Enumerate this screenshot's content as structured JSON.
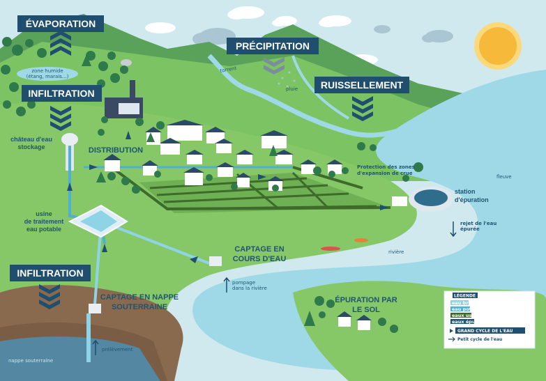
{
  "titles": {
    "evaporation": "ÉVAPORATION",
    "precipitation": "PRÉCIPITATION",
    "ruissellement": "RUISSELLEMENT",
    "infiltration_top": "INFILTRATION",
    "infiltration_bottom": "INFILTRATION"
  },
  "labels": {
    "zone_humide_1": "zone humide",
    "zone_humide_2": "(étang, marais...)",
    "chateau_1": "château d'eau",
    "chateau_2": "stockage",
    "distribution": "DISTRIBUTION",
    "usine_1": "usine",
    "usine_2": "de traitement",
    "usine_3": "eau potable",
    "captage_eau_1": "CAPTAGE EN",
    "captage_eau_2": "COURS D'EAU",
    "pompage_1": "pompage",
    "pompage_2": "dans la rivière",
    "captage_nappe_1": "CAPTAGE EN NAPPE",
    "captage_nappe_2": "SOUTERRAINE",
    "prelevement": "prélèvement",
    "nappe": "nappe souterraine",
    "torrent": "torrent",
    "pluie": "pluie",
    "protection_1": "Protection des zones",
    "protection_2": "d'expansion de crue",
    "station_1": "station",
    "station_2": "d'épuration",
    "fleuve": "fleuve",
    "rejet_1": "rejet de l'eau",
    "rejet_2": "épurée",
    "riviere": "rivière",
    "epuration_sol_1": "ÉPURATION PAR",
    "epuration_sol_2": "LE SOL"
  },
  "legend": {
    "title": "LÉGENDE",
    "items": [
      {
        "label": "eau brute",
        "color": "#8fd3e6"
      },
      {
        "label": "eau potable",
        "color": "#4fb0cf"
      },
      {
        "label": "eaux usées",
        "color": "#3d6b2a"
      },
      {
        "label": "eaux épurées",
        "color": "#1f5570"
      }
    ],
    "grand_cycle": "GRAND CYCLE DE L'EAU",
    "petit_cycle": "Petit cycle de l'eau"
  },
  "colors": {
    "navy": "#1f4e6e",
    "sky": "#cfe9ef",
    "grass": "#77bf5f",
    "grass_light": "#a8d57e",
    "water": "#9fd9e8",
    "soil": "#8a6a4f",
    "tree": "#2f7a4a",
    "sun": "#f7c64a"
  }
}
